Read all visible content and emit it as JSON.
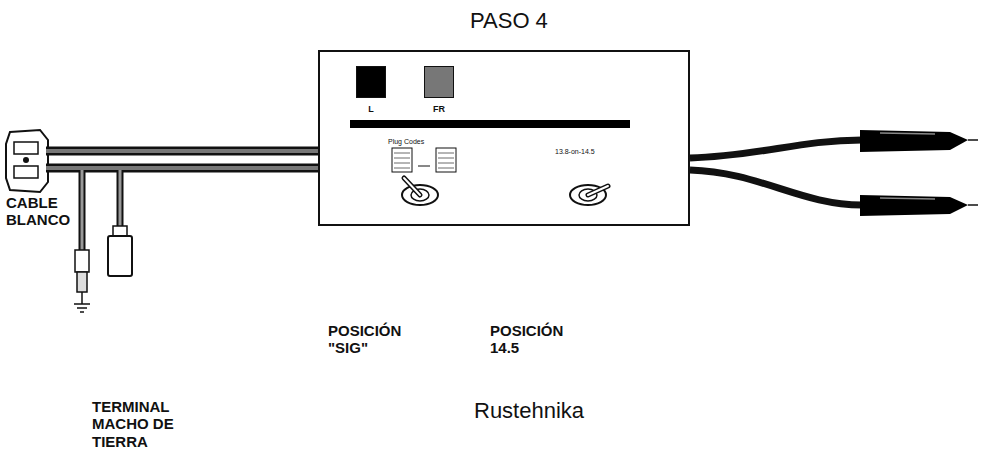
{
  "diagram": {
    "title": "PASO 4",
    "nodes": [
      {
        "text": [
          "Plug Codes",
          "13.8-on-14.5"
        ]
      },
      {
        "text": [
          "L"
        ],
        "in": 0
      },
      {
        "text": [
          "FR"
        ],
        "in": 0
      }
    ],
    "labels": [
      "CABLE BLANCO",
      "TERMINAL MACHO DE TIERRA",
      "POSICIÓN \"SIG\"",
      "POSICIÓN 14.5",
      "Rustehnika"
    ]
  }
}
